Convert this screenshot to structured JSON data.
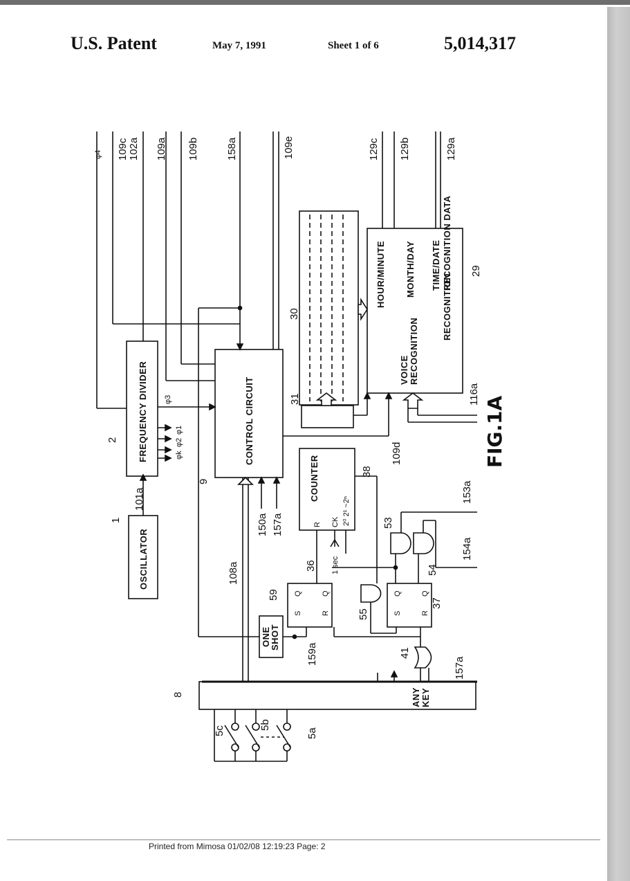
{
  "header": {
    "title": "U.S. Patent",
    "date": "May 7, 1991",
    "sheet": "Sheet 1 of 6",
    "patent_number": "5,014,317"
  },
  "figure": {
    "label": "FIG.1A",
    "blocks": {
      "oscillator": "OSCILLATOR",
      "frequency_divider": "FREQUENCY DIVIDER",
      "control_circuit": "CONTROL CIRCUIT",
      "counter": "COUNTER",
      "one_shot_1": "ONE",
      "one_shot_2": "SHOT",
      "voice_recognition_1": "VOICE",
      "voice_recognition_2": "RECOGNITION",
      "hour_minute": "HOUR/MINUTE",
      "month_day": "MONTH/DAY",
      "time_date_1": "TIME/DATE",
      "time_date_2": "RECOGNITION DATA",
      "time_date_3": "RECOGNITION",
      "any": "ANY",
      "key": "KEY"
    },
    "ref_numbers": {
      "r1": "1",
      "r2": "2",
      "r8": "8",
      "r9": "9",
      "r29": "29",
      "r30": "30",
      "r31": "31",
      "r36": "36",
      "r37": "37",
      "r38": "38",
      "r41": "41",
      "r53": "53",
      "r54": "54",
      "r55": "55",
      "r59": "59",
      "r101a": "101a",
      "r108a": "108a",
      "r150a": "150a",
      "r157a": "157a",
      "r157a_b": "157a",
      "r159a": "159a",
      "r153a": "153a",
      "r154a": "154a",
      "r109d": "109d",
      "r116a": "116a",
      "r5a": "5a",
      "r5b": "5b",
      "r5c": "5c",
      "r109c": "109c",
      "r102a": "102a",
      "r109a": "109a",
      "r109b": "109b",
      "r158a": "158a",
      "r109e": "109e",
      "r129c": "129c",
      "r129b": "129b",
      "r129a": "129a"
    },
    "signals": {
      "phi4": "φ4",
      "phi3": "φ3",
      "phi1": "φ1",
      "phi2": "φ2",
      "phik": "φk",
      "one_sec": "1 sec",
      "ff_s": "S",
      "ff_r": "R",
      "ff_q": "Q",
      "ff_qb": "Q",
      "cnt_r": "R",
      "cnt_ck": "CK",
      "cnt_bits": "2⁰ 2¹ ~2ⁿ"
    }
  },
  "footer": {
    "text": "Printed from Mimosa 01/02/08 12:19:23 Page: 2"
  }
}
